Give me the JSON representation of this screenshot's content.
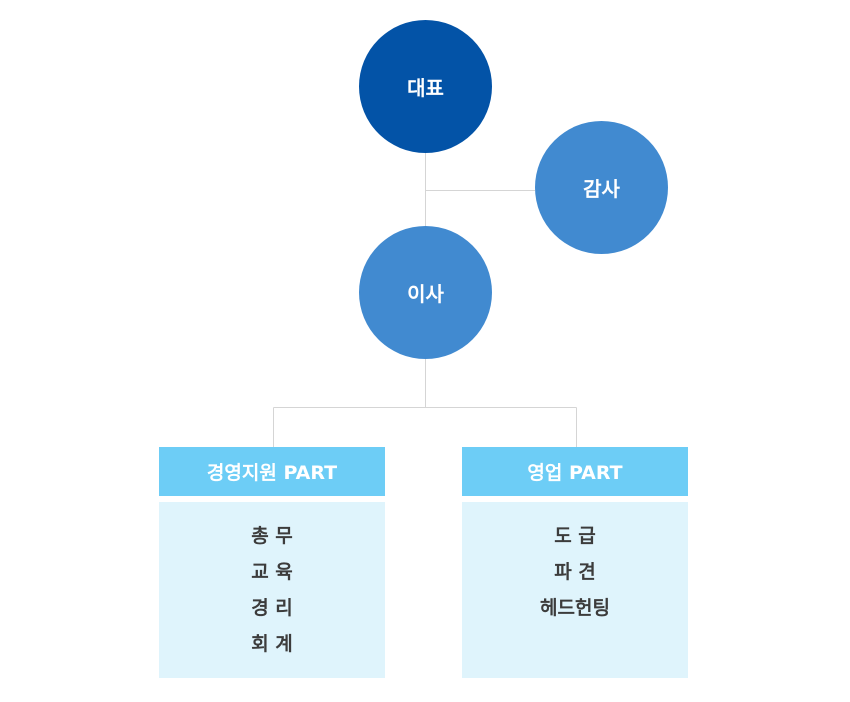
{
  "colors": {
    "ceo": "#0353a7",
    "executive": "#418ad0",
    "part_header": "#6dcdf6",
    "part_body": "#dff4fc",
    "connector": "#d5d5d5"
  },
  "nodes": {
    "ceo": "대표",
    "auditor": "감사",
    "director": "이사"
  },
  "parts": [
    {
      "title": "경영지원 PART",
      "duties": [
        "총 무",
        "교 육",
        "경 리",
        "회 계"
      ]
    },
    {
      "title": "영업 PART",
      "duties": [
        "도 급",
        "파 견",
        "헤드헌팅"
      ]
    }
  ]
}
